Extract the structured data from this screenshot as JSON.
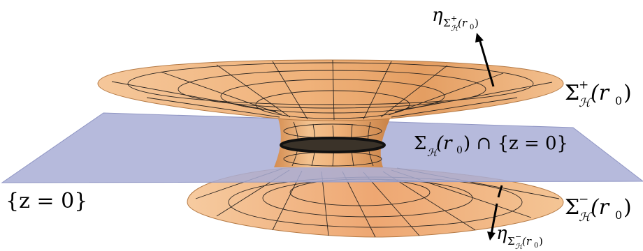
{
  "figure": {
    "labels": {
      "eta_top_base": "η",
      "eta_top_sub": "Σ",
      "eta_top_sub_sup": "+",
      "eta_top_sub_sub": "ℋ",
      "eta_top_sub_tail": "(r",
      "eta_top_sub_tail_idx": "0",
      "eta_top_sub_close": ")",
      "sigma_plus_base": "Σ",
      "sigma_plus_sup": "+",
      "sigma_plus_sub": "ℋ",
      "sigma_plus_tail": "(r",
      "sigma_plus_tail_idx": "0",
      "sigma_plus_close": ")",
      "intersection_base": "Σ",
      "intersection_sub": "ℋ",
      "intersection_tail": "(r",
      "intersection_tail_idx": "0",
      "intersection_rest": ") ∩ {z = 0}",
      "plane_label": "{z = 0}",
      "sigma_minus_base": "Σ",
      "sigma_minus_sup": "−",
      "sigma_minus_sub": "ℋ",
      "sigma_minus_tail": "(r",
      "sigma_minus_tail_idx": "0",
      "sigma_minus_close": ")",
      "eta_bot_base": "η",
      "eta_bot_sub": "Σ",
      "eta_bot_sub_sup": "−",
      "eta_bot_sub_sub": "ℋ",
      "eta_bot_sub_tail": "(r",
      "eta_bot_sub_tail_idx": "0",
      "eta_bot_sub_close": ")"
    },
    "colors": {
      "surface": "#f0b27a",
      "surface_light": "#f7d2a8",
      "surface_dark": "#c98348",
      "plane": "#a9aed6",
      "mesh": "#2a2420",
      "neck_ring": "#111111"
    }
  }
}
